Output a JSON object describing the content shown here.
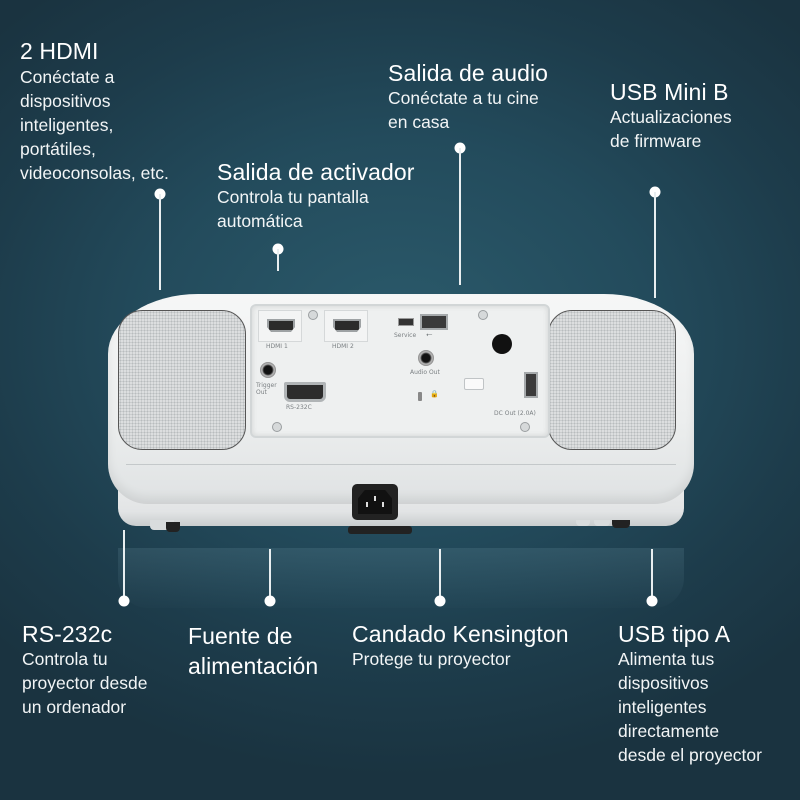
{
  "background": {
    "colors": [
      "#2b5a6b",
      "#234b5c",
      "#1d3c4b",
      "#1a3340"
    ]
  },
  "callouts": {
    "hdmi": {
      "title": "2 HDMI",
      "body": "Conéctate a\ndispositivos\ninteligentes,\nportátiles,\nvideoconsolas, etc."
    },
    "trigger": {
      "title": "Salida de activador",
      "body": "Controla tu pantalla\nautomática"
    },
    "audio": {
      "title": "Salida de audio",
      "body": "Conéctate a tu cine\nen casa"
    },
    "usb_mini_b": {
      "title": "USB Mini B",
      "body": "Actualizaciones\nde firmware"
    },
    "rs232": {
      "title": "RS-232c",
      "body": "Controla tu\nproyector desde\nun ordenador"
    },
    "power": {
      "title": "Fuente de\nalimentación",
      "body": ""
    },
    "kensington": {
      "title": "Candado Kensington",
      "body": "Protege tu proyector"
    },
    "usb_a": {
      "title": "USB tipo A",
      "body": "Alimenta tus\ndispositivos\ninteligentes\ndirectamente\ndesde el proyector"
    }
  },
  "panel_labels": {
    "hdmi1": "HDMI 1",
    "hdmi2": "HDMI 2",
    "service": "Service",
    "usb_symbol": "⭠",
    "audio_out": "Audio Out",
    "trigger_out": "Trigger\nOut",
    "rs232c": "RS-232C",
    "dc_out": "DC Out (2.0A)"
  },
  "icons": {
    "lock": "🔒"
  }
}
